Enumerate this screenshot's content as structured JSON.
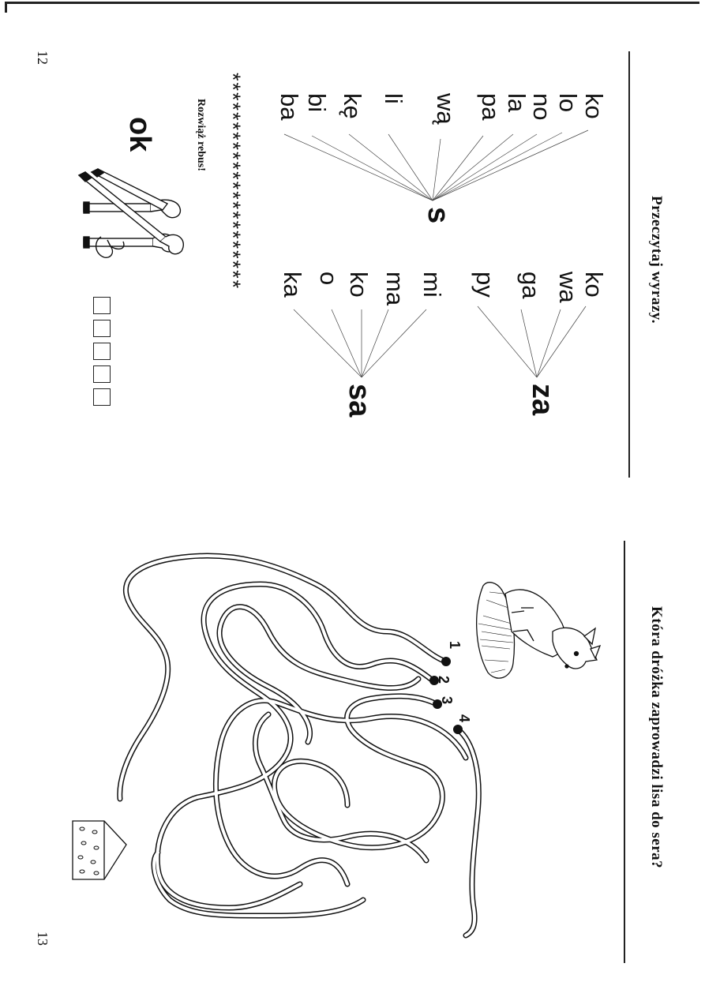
{
  "pages": {
    "left_number": "12",
    "right_number": "13"
  },
  "reading": {
    "title": "Przeczytaj wyrazy.",
    "hub_s": "s",
    "syllables_s": [
      "ko",
      "lo",
      "no",
      "la",
      "pa",
      "wą",
      "li",
      "kę",
      "bi",
      "ba"
    ],
    "hub_za": "za",
    "syllables_za": [
      "ko",
      "wa",
      "ga",
      "py"
    ],
    "hub_sa": "sa",
    "syllables_sa": [
      "mi",
      "ma",
      "ko",
      "o",
      "ka"
    ]
  },
  "divider": {
    "stars": "**********************"
  },
  "rebus": {
    "title": "Rozwiąż rebus!",
    "word": "ok",
    "answer_boxes": 5
  },
  "maze": {
    "title": "Która dróżka zaprowadzi lisa do sera?",
    "path_numbers": [
      "1",
      "2",
      "3",
      "4"
    ]
  }
}
